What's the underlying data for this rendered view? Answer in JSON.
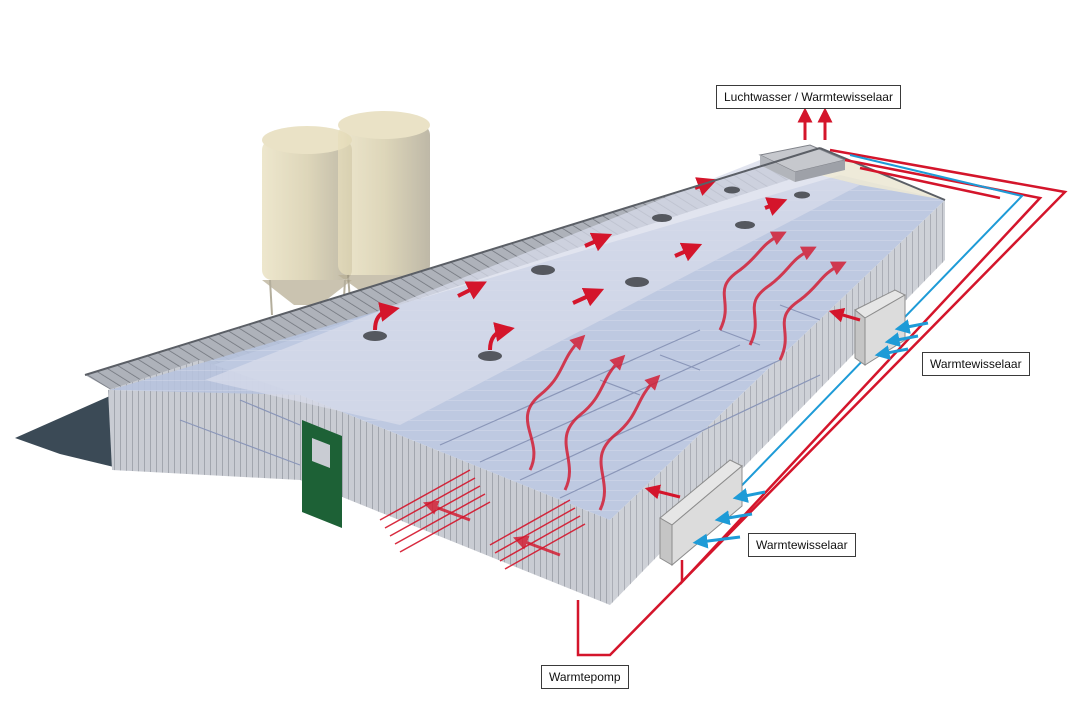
{
  "labels": {
    "luchtwasser": "Luchtwasser / Warmtewisselaar",
    "warmtewisselaar_right": "Warmtewisselaar",
    "warmtewisselaar_front": "Warmtewisselaar",
    "warmtepomp": "Warmtepomp"
  },
  "colors": {
    "warm_flow": "#d4152b",
    "cold_flow": "#1e9bd7",
    "door": "#1d6136",
    "silo": "#cfc6a3",
    "shadow": "#3b4a56",
    "interior": "#b7c3de",
    "roof_glass": "#d7dbe9"
  },
  "icons": [
    "silo-icon",
    "red-arrow-icon",
    "blue-arrow-icon",
    "ceiling-vent-icon",
    "door-icon"
  ]
}
